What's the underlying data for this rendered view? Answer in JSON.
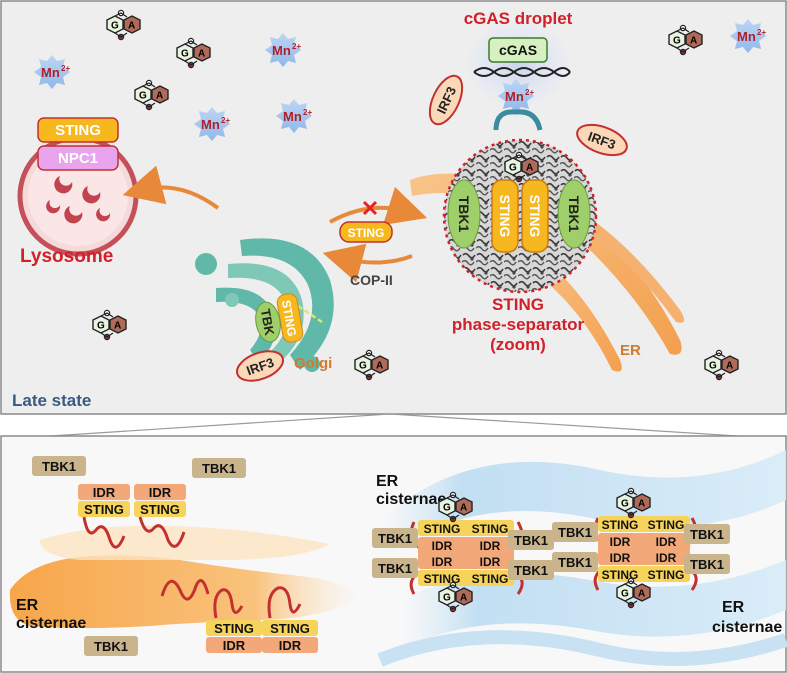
{
  "top_panel": {
    "state_label": "Late state",
    "cgas_droplet_title": "cGAS droplet",
    "cgas_label": "cGAS",
    "mn_label": "Mn",
    "mn_charge": "2+",
    "lysosome": {
      "label": "Lysosome",
      "sting": "STING",
      "npc1": "NPC1"
    },
    "golgi": {
      "label": "Golgi",
      "tbk": "TBK",
      "sting": "STING",
      "irf3": "IRF3"
    },
    "transport": {
      "sting": "STING",
      "copii": "COP-II"
    },
    "phase_separator": {
      "title_line1": "STING",
      "title_line2": "phase-separator",
      "title_line3": "(zoom)",
      "tbk1": "TBK1",
      "sting": "STING",
      "irf3": "IRF3",
      "er": "ER"
    },
    "cgamp": {
      "g": "G",
      "a": "A"
    }
  },
  "bottom_panel": {
    "tbk1": "TBK1",
    "idr": "IDR",
    "sting": "STING",
    "er_cisternae_line1": "ER",
    "er_cisternae_line2": "cisternae"
  },
  "colors": {
    "title_red": "#d0202a",
    "sting_yellow": "#f6b81e",
    "tbk1_green": "#9fcf6a",
    "tbk1_tan": "#c9b48c",
    "idr_salmon": "#f2a878",
    "er_orange": "#f3a85a",
    "golgi_teal": "#5fb8a8"
  }
}
